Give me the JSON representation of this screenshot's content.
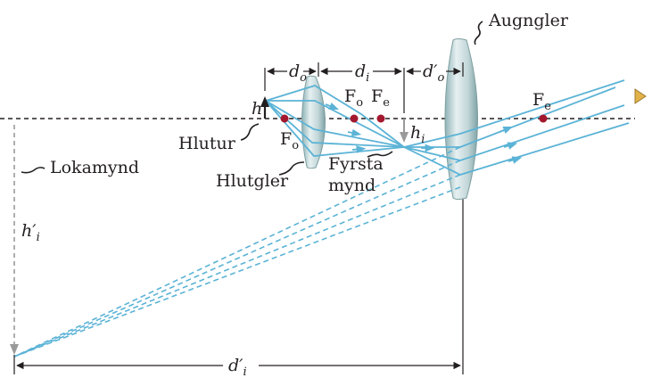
{
  "labels": {
    "eyepiece": "Augngler",
    "object": "Hlutur",
    "objective": "Hlutgler",
    "first_image_line1": "Fyrsta",
    "first_image_line2": "mynd",
    "final_image": "Lokamynd",
    "h": "h",
    "h_i": "h",
    "h_i_sub": "i",
    "h_i_prime": "h′",
    "h_i_prime_sub": "i",
    "F_o_top": "F",
    "F_o_top_sub": "o",
    "F_e_top": "F",
    "F_e_top_sub": "e",
    "F_o_bottom": "F",
    "F_o_bottom_sub": "o",
    "F_e_right": "F",
    "F_e_right_sub": "e",
    "d_o": "d",
    "d_o_sub": "o",
    "d_i": "d",
    "d_i_sub": "i",
    "d_o_prime": "d′",
    "d_o_prime_sub": "o",
    "d_i_prime": "d′",
    "d_i_prime_sub": "i"
  },
  "colors": {
    "ray": "#5bb3d6",
    "focal_point": "#a3182e",
    "lens": "#c9dde0",
    "text": "#231f20",
    "image_arrow": "#9a9a9a"
  }
}
